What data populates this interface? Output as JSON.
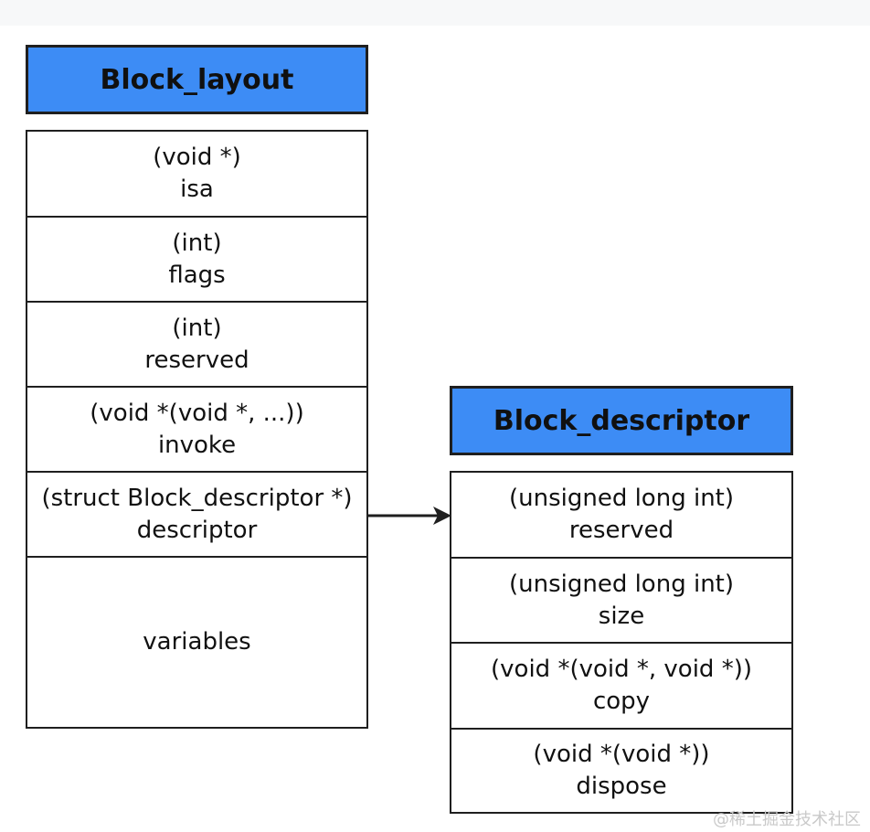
{
  "block_layout": {
    "title": "Block_layout",
    "fields": [
      {
        "type": "(void *)",
        "name": "isa"
      },
      {
        "type": "(int)",
        "name": "flags"
      },
      {
        "type": "(int)",
        "name": "reserved"
      },
      {
        "type": "(void *(void *, ...))",
        "name": "invoke"
      },
      {
        "type": "(struct Block_descriptor *)",
        "name": "descriptor"
      },
      {
        "type": "",
        "name": "variables"
      }
    ]
  },
  "block_descriptor": {
    "title": "Block_descriptor",
    "fields": [
      {
        "type": "(unsigned long int)",
        "name": "reserved"
      },
      {
        "type": "(unsigned long int)",
        "name": "size"
      },
      {
        "type": "(void *(void *, void *))",
        "name": "copy"
      },
      {
        "type": "(void *(void *))",
        "name": "dispose"
      }
    ]
  },
  "watermark": "@稀土掘金技术社区",
  "colors": {
    "header_fill": "#3d8cf5",
    "stroke": "#1f1f1f",
    "background": "#ffffff"
  }
}
